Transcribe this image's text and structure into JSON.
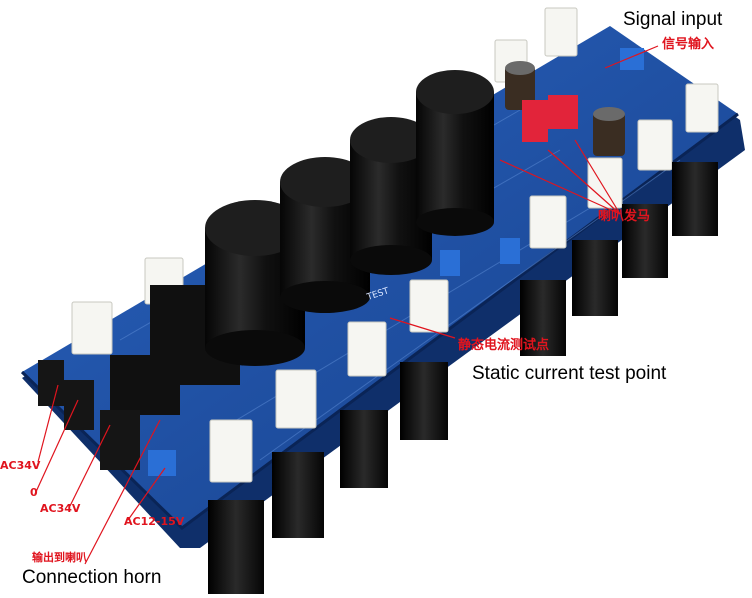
{
  "labels": {
    "signal_input": "Signal input",
    "signal_input_cn": "信号输入",
    "speaker_cn": "喇叭发马",
    "test_point_cn": "静态电流测试点",
    "static_current": "Static current test point",
    "ac34v_top": "AC34V",
    "zero": "0",
    "ac34v_bottom": "AC34V",
    "ac12": "AC12-15V",
    "output_cn": "输出到喇叭",
    "connection_horn": "Connection horn"
  },
  "board_marks": {
    "test": "TEST"
  },
  "colors": {
    "pcb": "#1b4fa6",
    "annotation": "#e0141e",
    "capacitor": "#141414",
    "ceramic": "#f4f4f0",
    "heatsink": "#0e0e0e"
  }
}
